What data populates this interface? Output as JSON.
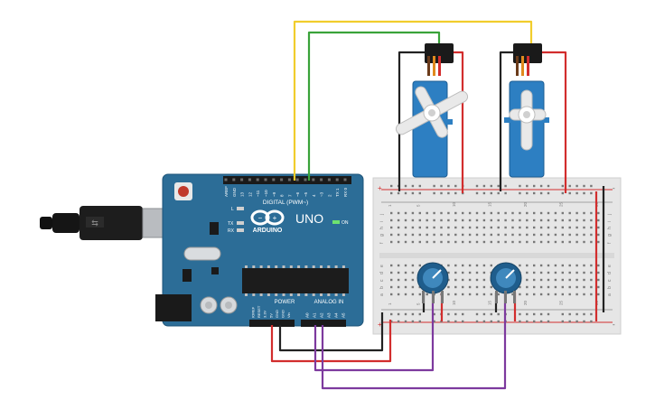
{
  "arduino": {
    "logo": "ARDUINO",
    "model": "UNO",
    "digital_label": "DIGITAL (PWM~)",
    "power_label": "POWER",
    "analog_label": "ANALOG IN",
    "on_label": "ON",
    "l_label": "L",
    "tx_label": "TX",
    "rx_label": "RX",
    "digital_pins": [
      "AREF",
      "GND",
      "13",
      "12",
      "~11",
      "~10",
      "~9",
      "8",
      "7",
      "~6",
      "~5",
      "4",
      "~3",
      "2",
      "TX 1",
      "RX 0"
    ],
    "power_pins": [
      "IOREF",
      "RESET",
      "3.3V",
      "5V",
      "GND",
      "GND",
      "Vin"
    ],
    "analog_pins": [
      "A0",
      "A1",
      "A2",
      "A3",
      "A4",
      "A5"
    ]
  },
  "breadboard": {
    "row_letters_top": [
      "j",
      "i",
      "h",
      "g",
      "f"
    ],
    "row_letters_bottom": [
      "e",
      "d",
      "c",
      "b",
      "a"
    ],
    "column_numbers": [
      "1",
      "5",
      "10",
      "15",
      "20",
      "25",
      "30"
    ],
    "plus": "+",
    "minus": "-"
  },
  "colors": {
    "board": "#2c6d97",
    "wire_yellow": "#f1cd2c",
    "wire_green": "#3aa33a",
    "wire_red": "#d22d2d",
    "wire_black": "#222222",
    "wire_purple": "#7d3a9e",
    "servo": "#2d7fc2",
    "pot": "#1f5d8c"
  }
}
